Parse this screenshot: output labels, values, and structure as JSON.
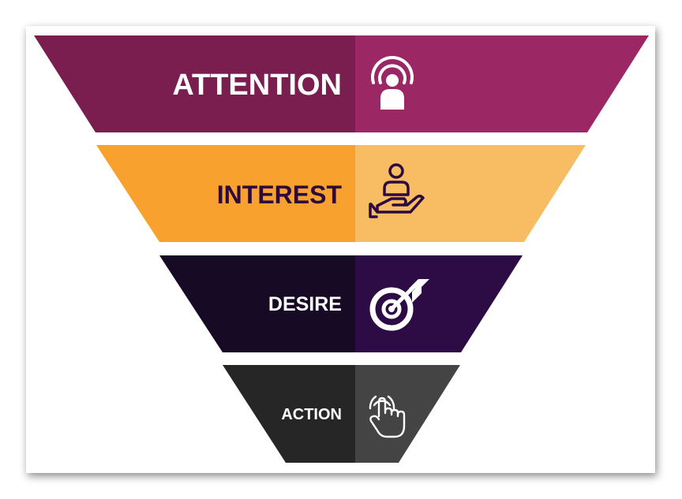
{
  "stages": [
    {
      "label": "ATTENTION",
      "icon": "broadcast-person-icon",
      "colors": {
        "left": "#7a1d4f",
        "right": "#9c2765",
        "text": "#ffffff",
        "icon": "#ffffff"
      }
    },
    {
      "label": "INTEREST",
      "icon": "hand-holding-person-icon",
      "colors": {
        "left": "#f9a12e",
        "right": "#f8bd62",
        "text": "#2d0a3e",
        "icon": "#2d0a3e"
      }
    },
    {
      "label": "DESIRE",
      "icon": "target-arrow-icon",
      "colors": {
        "left": "#160a25",
        "right": "#2d0b45",
        "text": "#ffffff",
        "icon": "#ffffff"
      }
    },
    {
      "label": "ACTION",
      "icon": "tap-hand-icon",
      "colors": {
        "left": "#262626",
        "right": "#444444",
        "text": "#ffffff",
        "icon": "#ffffff"
      }
    }
  ]
}
